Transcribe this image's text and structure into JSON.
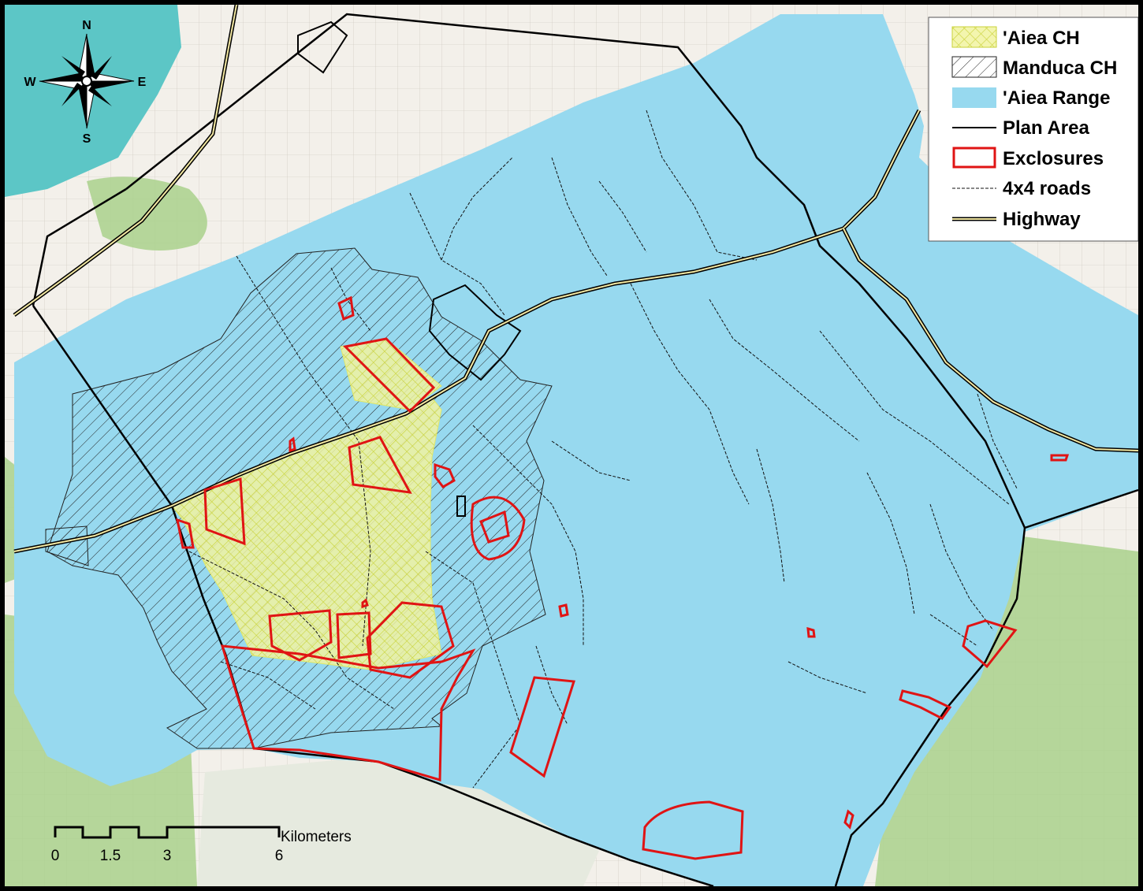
{
  "legend": {
    "items": [
      {
        "key": "aiea-ch",
        "label": "'Aiea CH"
      },
      {
        "key": "manduca-ch",
        "label": "Manduca CH"
      },
      {
        "key": "aiea-range",
        "label": "'Aiea Range"
      },
      {
        "key": "plan-area",
        "label": "Plan Area"
      },
      {
        "key": "exclosures",
        "label": "Exclosures"
      },
      {
        "key": "roads-4x4",
        "label": "4x4 roads"
      },
      {
        "key": "highway",
        "label": "Highway"
      }
    ]
  },
  "compass": {
    "north": "N",
    "south": "S",
    "east": "E",
    "west": "W"
  },
  "scale_bar": {
    "unit": "Kilometers",
    "ticks": [
      "0",
      "1.5",
      "3",
      "6"
    ]
  },
  "colors": {
    "range": "#97d9ef",
    "aiea_ch": "#f1f3a0",
    "exclosure": "#e01414",
    "plan_area": "#000000",
    "highway_fill": "#f3e8a2",
    "terrain": "#f3f0ea",
    "vegetation": "#a9d18c",
    "water": "#5cc6c6"
  },
  "icons": {
    "compass": "compass-rose-icon"
  }
}
